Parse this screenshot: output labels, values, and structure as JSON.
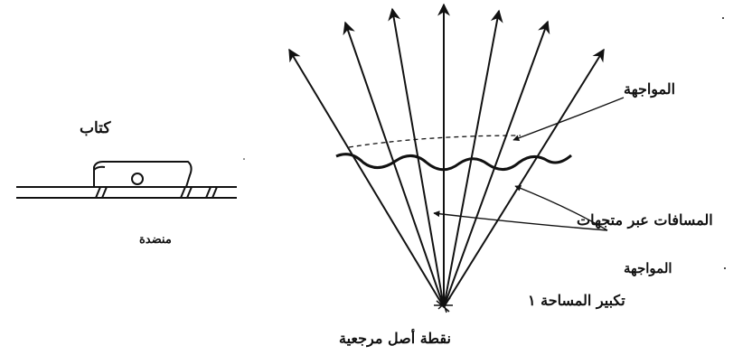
{
  "labels": {
    "book": "كتاب",
    "table": "منضدة",
    "front_top": "المواجهة",
    "distances": "المسافات عبر متجهات",
    "front_bottom": "المواجهة",
    "zoom": "تكبير المساحة ١",
    "origin": "نقطة أصل مرجعية"
  },
  "colors": {
    "ink": "#111111",
    "background": "#ffffff"
  }
}
